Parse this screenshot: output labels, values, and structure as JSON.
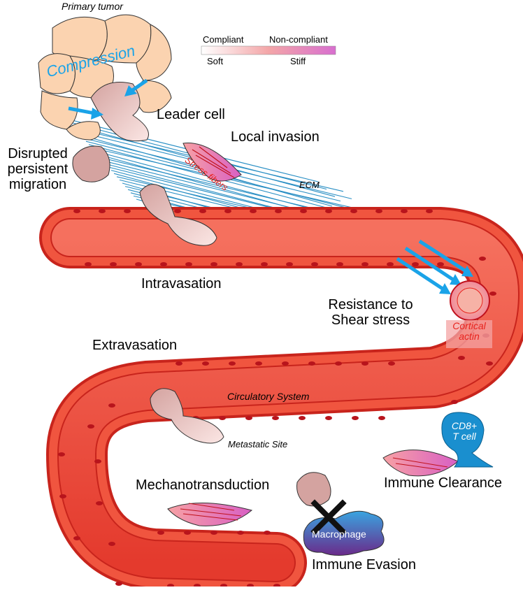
{
  "labels": {
    "primary_tumor": "Primary tumor",
    "compression": "Compression",
    "leader_cell": "Leader cell",
    "local_invasion": "Local invasion",
    "disrupted_line1": "Disrupted",
    "disrupted_line2": "persistent",
    "disrupted_line3": "migration",
    "stress_fibers": "Stress fibers",
    "ecm": "ECM",
    "intravasation": "Intravasation",
    "resistance_line1": "Resistance to",
    "resistance_line2": "Shear stress",
    "cortical_line1": "Cortical",
    "cortical_line2": "actin",
    "extravasation": "Extravasation",
    "circulatory_system": "Circulatory System",
    "metastatic_site": "Metastatic Site",
    "cd8_line1": "CD8+",
    "cd8_line2": "T cell",
    "immune_clearance": "Immune Clearance",
    "mechanotransduction": "Mechanotransduction",
    "macrophage": "Macrophage",
    "immune_evasion": "Immune Evasion"
  },
  "legend": {
    "left_top": "Compliant",
    "right_top": "Non-compliant",
    "left_bottom": "Soft",
    "right_bottom": "Stiff"
  },
  "colors": {
    "vessel": "#ee4b3b",
    "vessel_dark": "#c0221a",
    "endothelial": "#f0553f",
    "nucleus": "#b8141c",
    "tumor_cell": "#fbd3b0",
    "cancer_cell": "#e6b8b4",
    "ecm": "#2a8fc4",
    "arrow": "#1aa3e8",
    "stiff": "#dd6fc6",
    "tcell": "#1a8fcf",
    "macrophage_top": "#3aa4e0",
    "macrophage_bottom": "#6a2a8a"
  }
}
